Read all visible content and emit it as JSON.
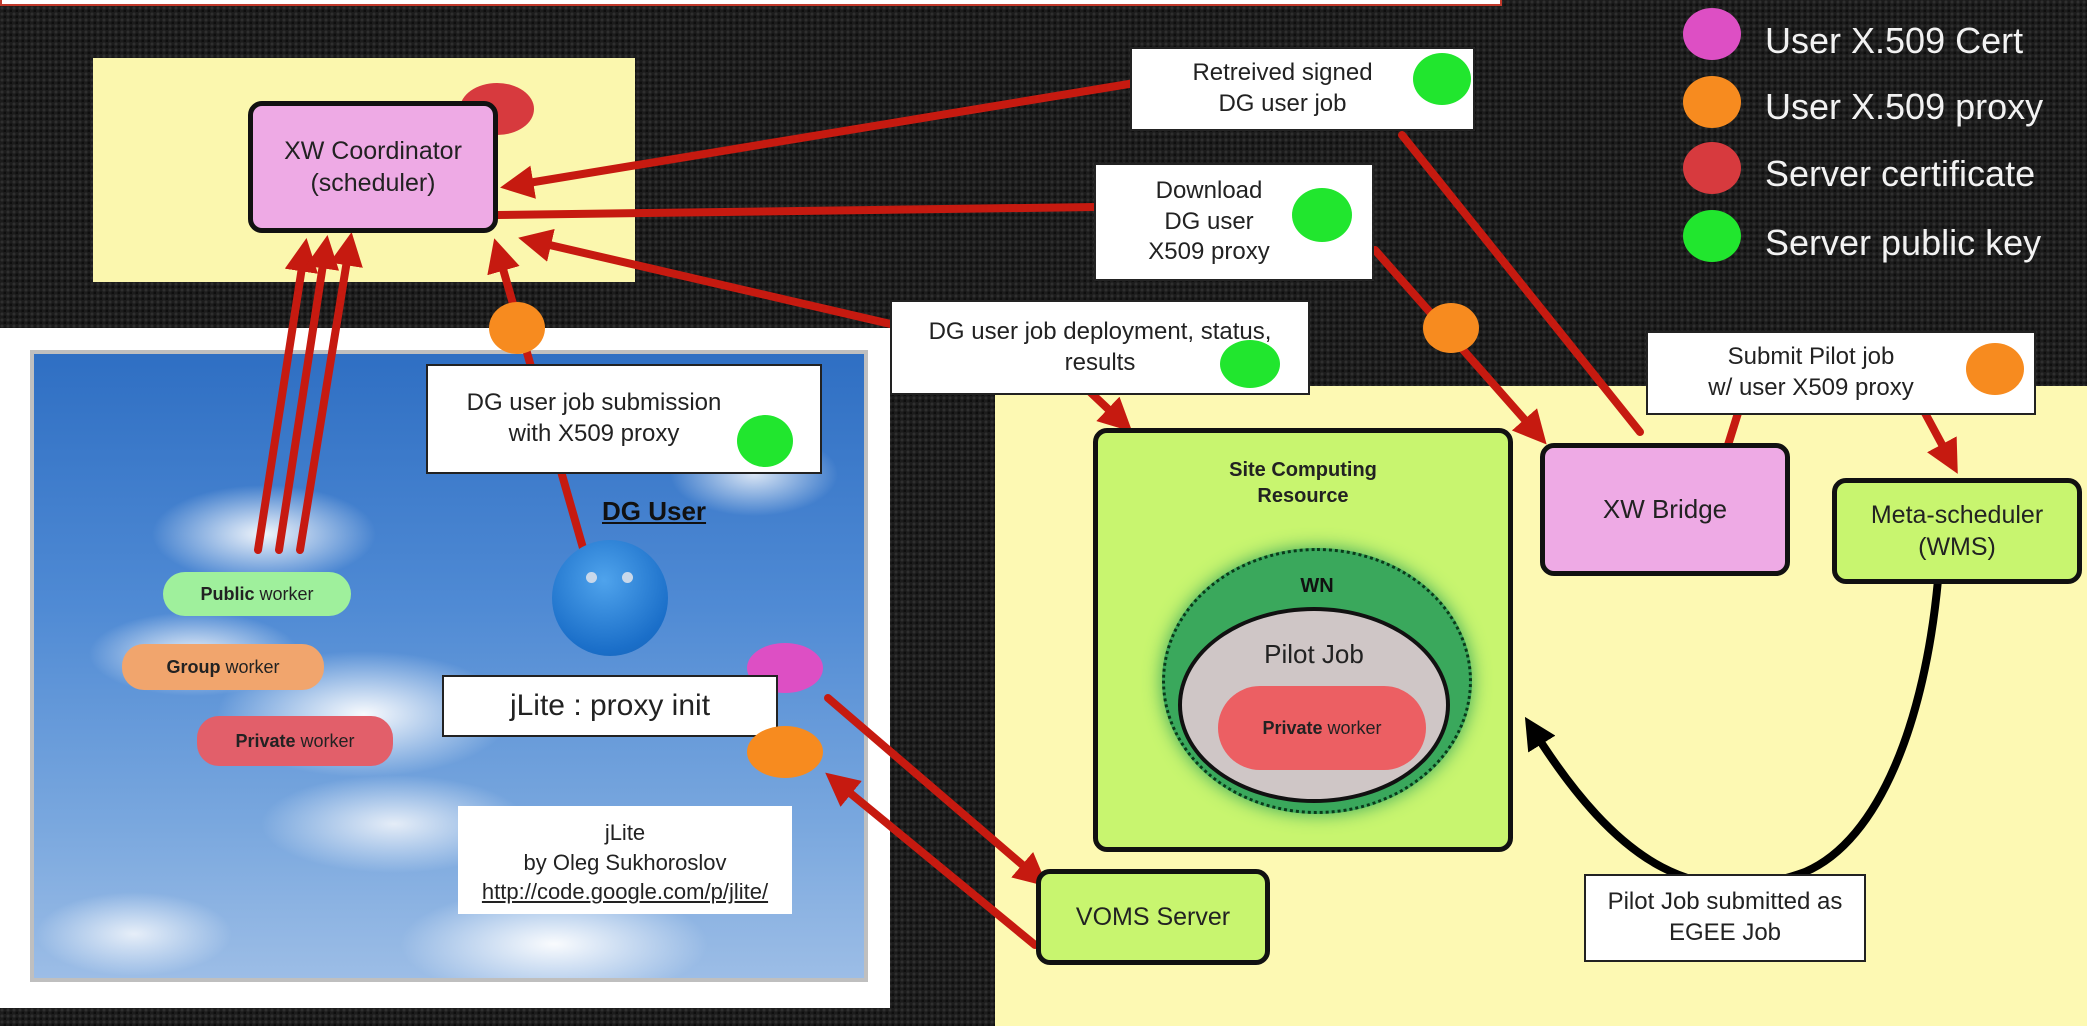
{
  "legend": [
    {
      "label": "User X.509 Cert",
      "color": "#dd4fc4"
    },
    {
      "label": "User X.509 proxy",
      "color": "#f78b1f"
    },
    {
      "label": "Server certificate",
      "color": "#d73a3e"
    },
    {
      "label": "Server public key",
      "color": "#21e62e"
    }
  ],
  "nodes": {
    "xw_coordinator": "XW Coordinator\n(scheduler)",
    "xw_bridge": "XW Bridge",
    "meta_scheduler": "Meta-scheduler\n(WMS)",
    "site_computing": "Site Computing\nResource",
    "wn": "WN",
    "pilot_job": "Pilot Job",
    "voms_server": "VOMS Server"
  },
  "labels": {
    "retreived": "Retreived signed\nDG user job",
    "download": "Download\nDG user\nX509 proxy",
    "deployment": "DG user job deployment, status,\nresults",
    "submission": "DG user job submission\nwith X509 proxy",
    "submit_pilot": "Submit Pilot job\nw/ user X509 proxy",
    "jlite_init": "jLite : proxy init",
    "jlite_credit_name": "jLite",
    "jlite_credit_by": "by Oleg Sukhoroslov",
    "jlite_credit_url": "http://code.google.com/p/jlite/",
    "pilot_submitted": "Pilot Job submitted as\nEGEE Job",
    "dg_user": "DG User"
  },
  "workers": {
    "public": {
      "bold": "Public",
      "rest": " worker"
    },
    "group": {
      "bold": "Group",
      "rest": " worker"
    },
    "private": {
      "bold": "Private",
      "rest": " worker"
    },
    "private_site": {
      "bold": "Private",
      "rest": " worker"
    }
  }
}
